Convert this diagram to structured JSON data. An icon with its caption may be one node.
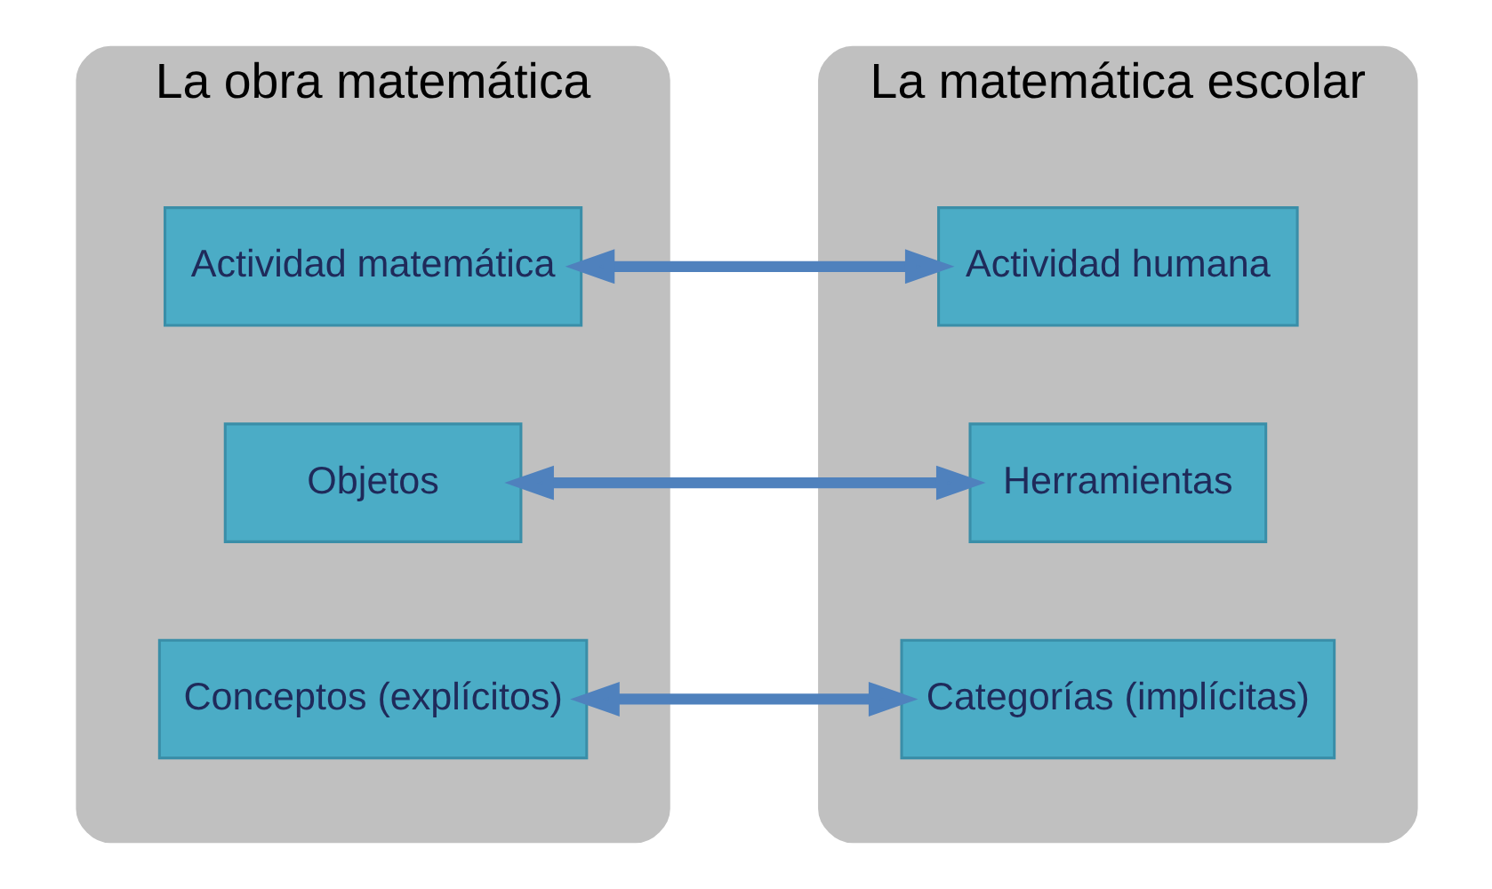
{
  "diagram": {
    "nodes": [
      {
        "text": [
          "La obra matemática"
        ]
      },
      {
        "text": [
          "Actividad matemática"
        ],
        "in": 0
      },
      {
        "text": [
          "Objetos"
        ],
        "in": 0
      },
      {
        "text": [
          "Conceptos (explícitos)"
        ],
        "in": 0
      },
      {
        "text": [
          "La matemática escolar"
        ]
      },
      {
        "text": [
          "Actividad humana"
        ],
        "in": 4
      },
      {
        "text": [
          "Herramientas"
        ],
        "in": 4
      },
      {
        "text": [
          "Categorías (implícitas)"
        ],
        "in": 4
      }
    ],
    "edges": [
      {
        "from": 1,
        "to": 5,
        "arrow": "both"
      },
      {
        "from": 2,
        "to": 6,
        "arrow": "both"
      },
      {
        "from": 3,
        "to": 7,
        "arrow": "both"
      }
    ]
  }
}
